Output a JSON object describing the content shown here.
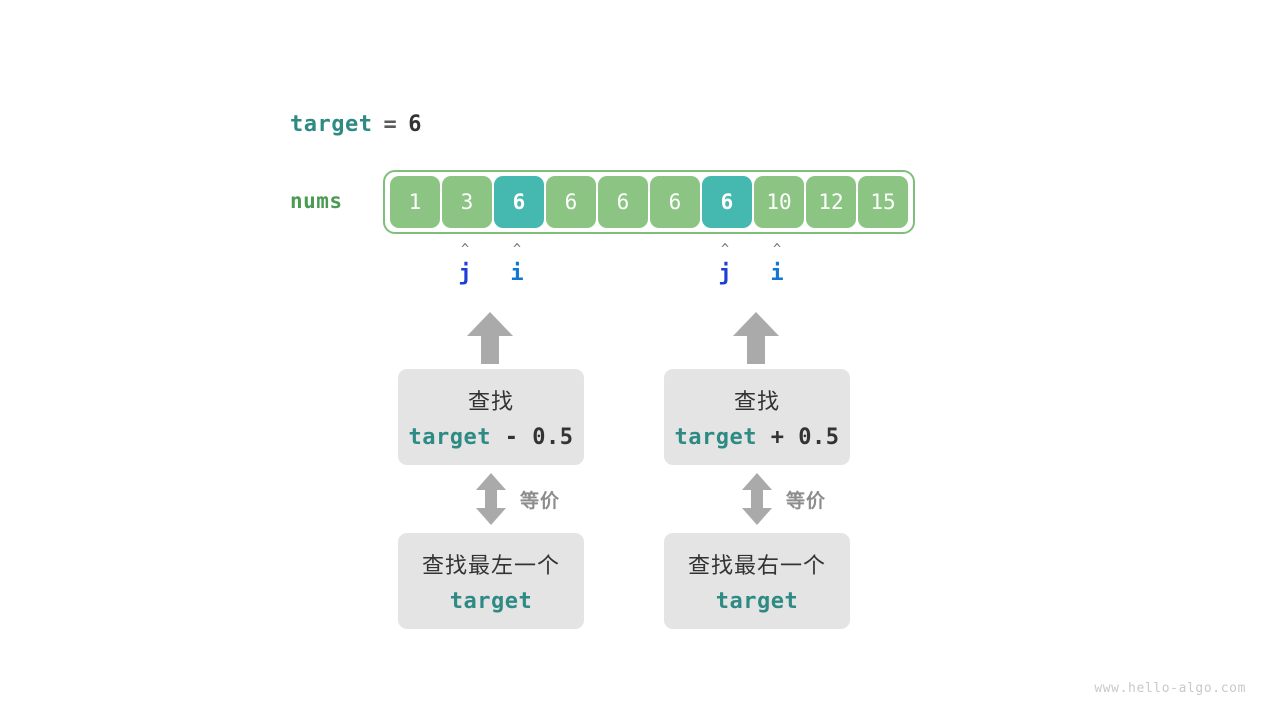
{
  "target_line": {
    "name": "target",
    "operator": "=",
    "value": "6"
  },
  "array": {
    "label": "nums",
    "values": [
      "1",
      "3",
      "6",
      "6",
      "6",
      "6",
      "6",
      "10",
      "12",
      "15"
    ],
    "highlighted_indices": [
      2,
      6
    ],
    "cell_color": "#8cc583",
    "highlight_color": "#45b8b0",
    "frame_border_color": "#7fbf7b"
  },
  "pointers": [
    {
      "caret": "^",
      "name": "j",
      "index": 1,
      "color": "#1c3fd6"
    },
    {
      "caret": "^",
      "name": "i",
      "index": 2,
      "color": "#1276d2"
    },
    {
      "caret": "^",
      "name": "j",
      "index": 6,
      "color": "#1c3fd6"
    },
    {
      "caret": "^",
      "name": "i",
      "index": 7,
      "color": "#1276d2"
    }
  ],
  "branches": [
    {
      "top_box": {
        "line1": "查找",
        "code_keyword": "target",
        "code_operator": " - 0.5"
      },
      "equivalence_label": "等价",
      "bottom_box": {
        "line1": "查找最左一个",
        "code_keyword": "target"
      }
    },
    {
      "top_box": {
        "line1": "查找",
        "code_keyword": "target",
        "code_operator": " + 0.5"
      },
      "equivalence_label": "等价",
      "bottom_box": {
        "line1": "查找最右一个",
        "code_keyword": "target"
      }
    }
  ],
  "watermark": "www.hello-algo.com",
  "palette": {
    "teal_text": "#2e8b84",
    "green_text": "#4b9b55",
    "arrow_gray": "#aaaaaa",
    "box_bg": "#e4e4e4",
    "dark_text": "#333333"
  }
}
